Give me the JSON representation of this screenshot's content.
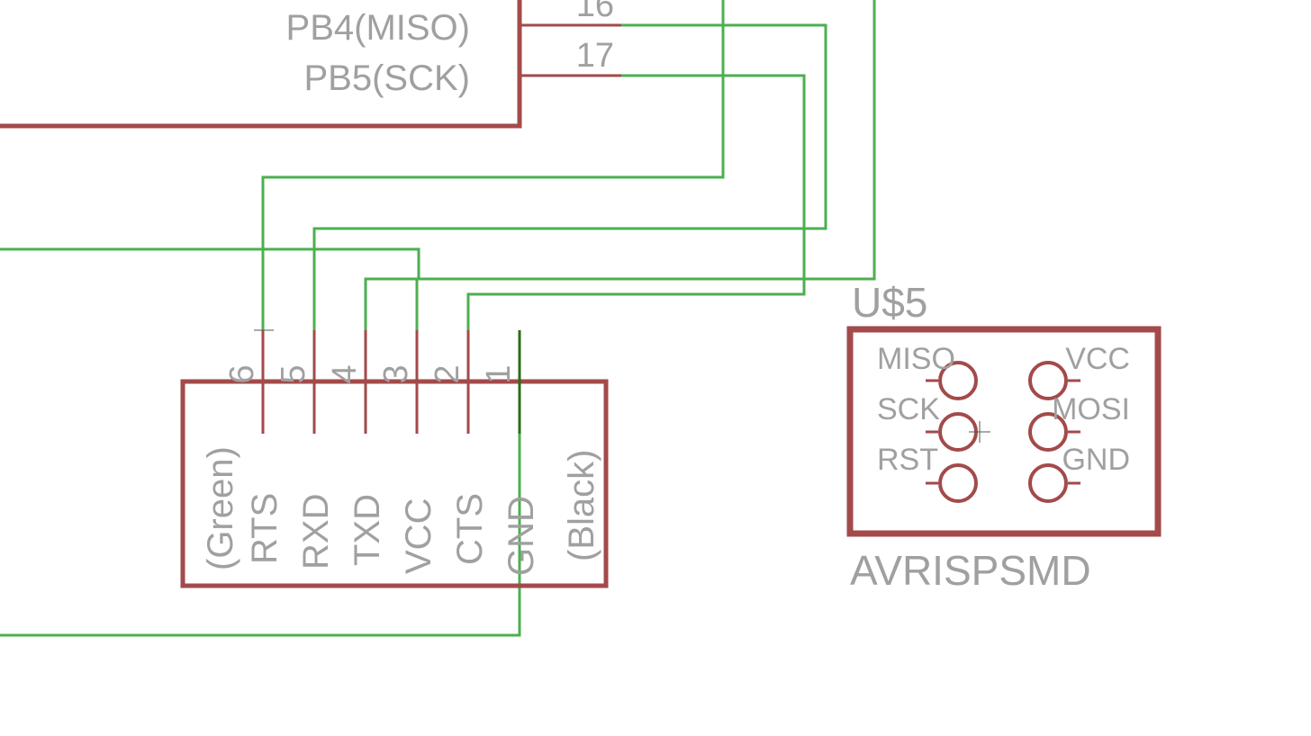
{
  "mcu": {
    "pins": [
      {
        "label": "PB4(MISO)",
        "number": "16"
      },
      {
        "label": "PB5(SCK)",
        "number": "17"
      }
    ]
  },
  "ftdi": {
    "left_note": "(Green)",
    "right_note": "(Black)",
    "pins": [
      {
        "number": "6",
        "signal": "RTS"
      },
      {
        "number": "5",
        "signal": "RXD"
      },
      {
        "number": "4",
        "signal": "TXD"
      },
      {
        "number": "3",
        "signal": "VCC"
      },
      {
        "number": "2",
        "signal": "CTS"
      },
      {
        "number": "1",
        "signal": "GND"
      }
    ]
  },
  "isp": {
    "name": "U$5",
    "value": "AVRISPSMD",
    "left_labels": [
      "MISO",
      "SCK",
      "RST"
    ],
    "right_labels": [
      "VCC",
      "MOSI",
      "GND"
    ]
  },
  "colors": {
    "wire": "#4caf50",
    "part_outline": "#a34a4a",
    "label_text": "#a0a0a0",
    "gnd_pin": "#2e6b1a"
  }
}
